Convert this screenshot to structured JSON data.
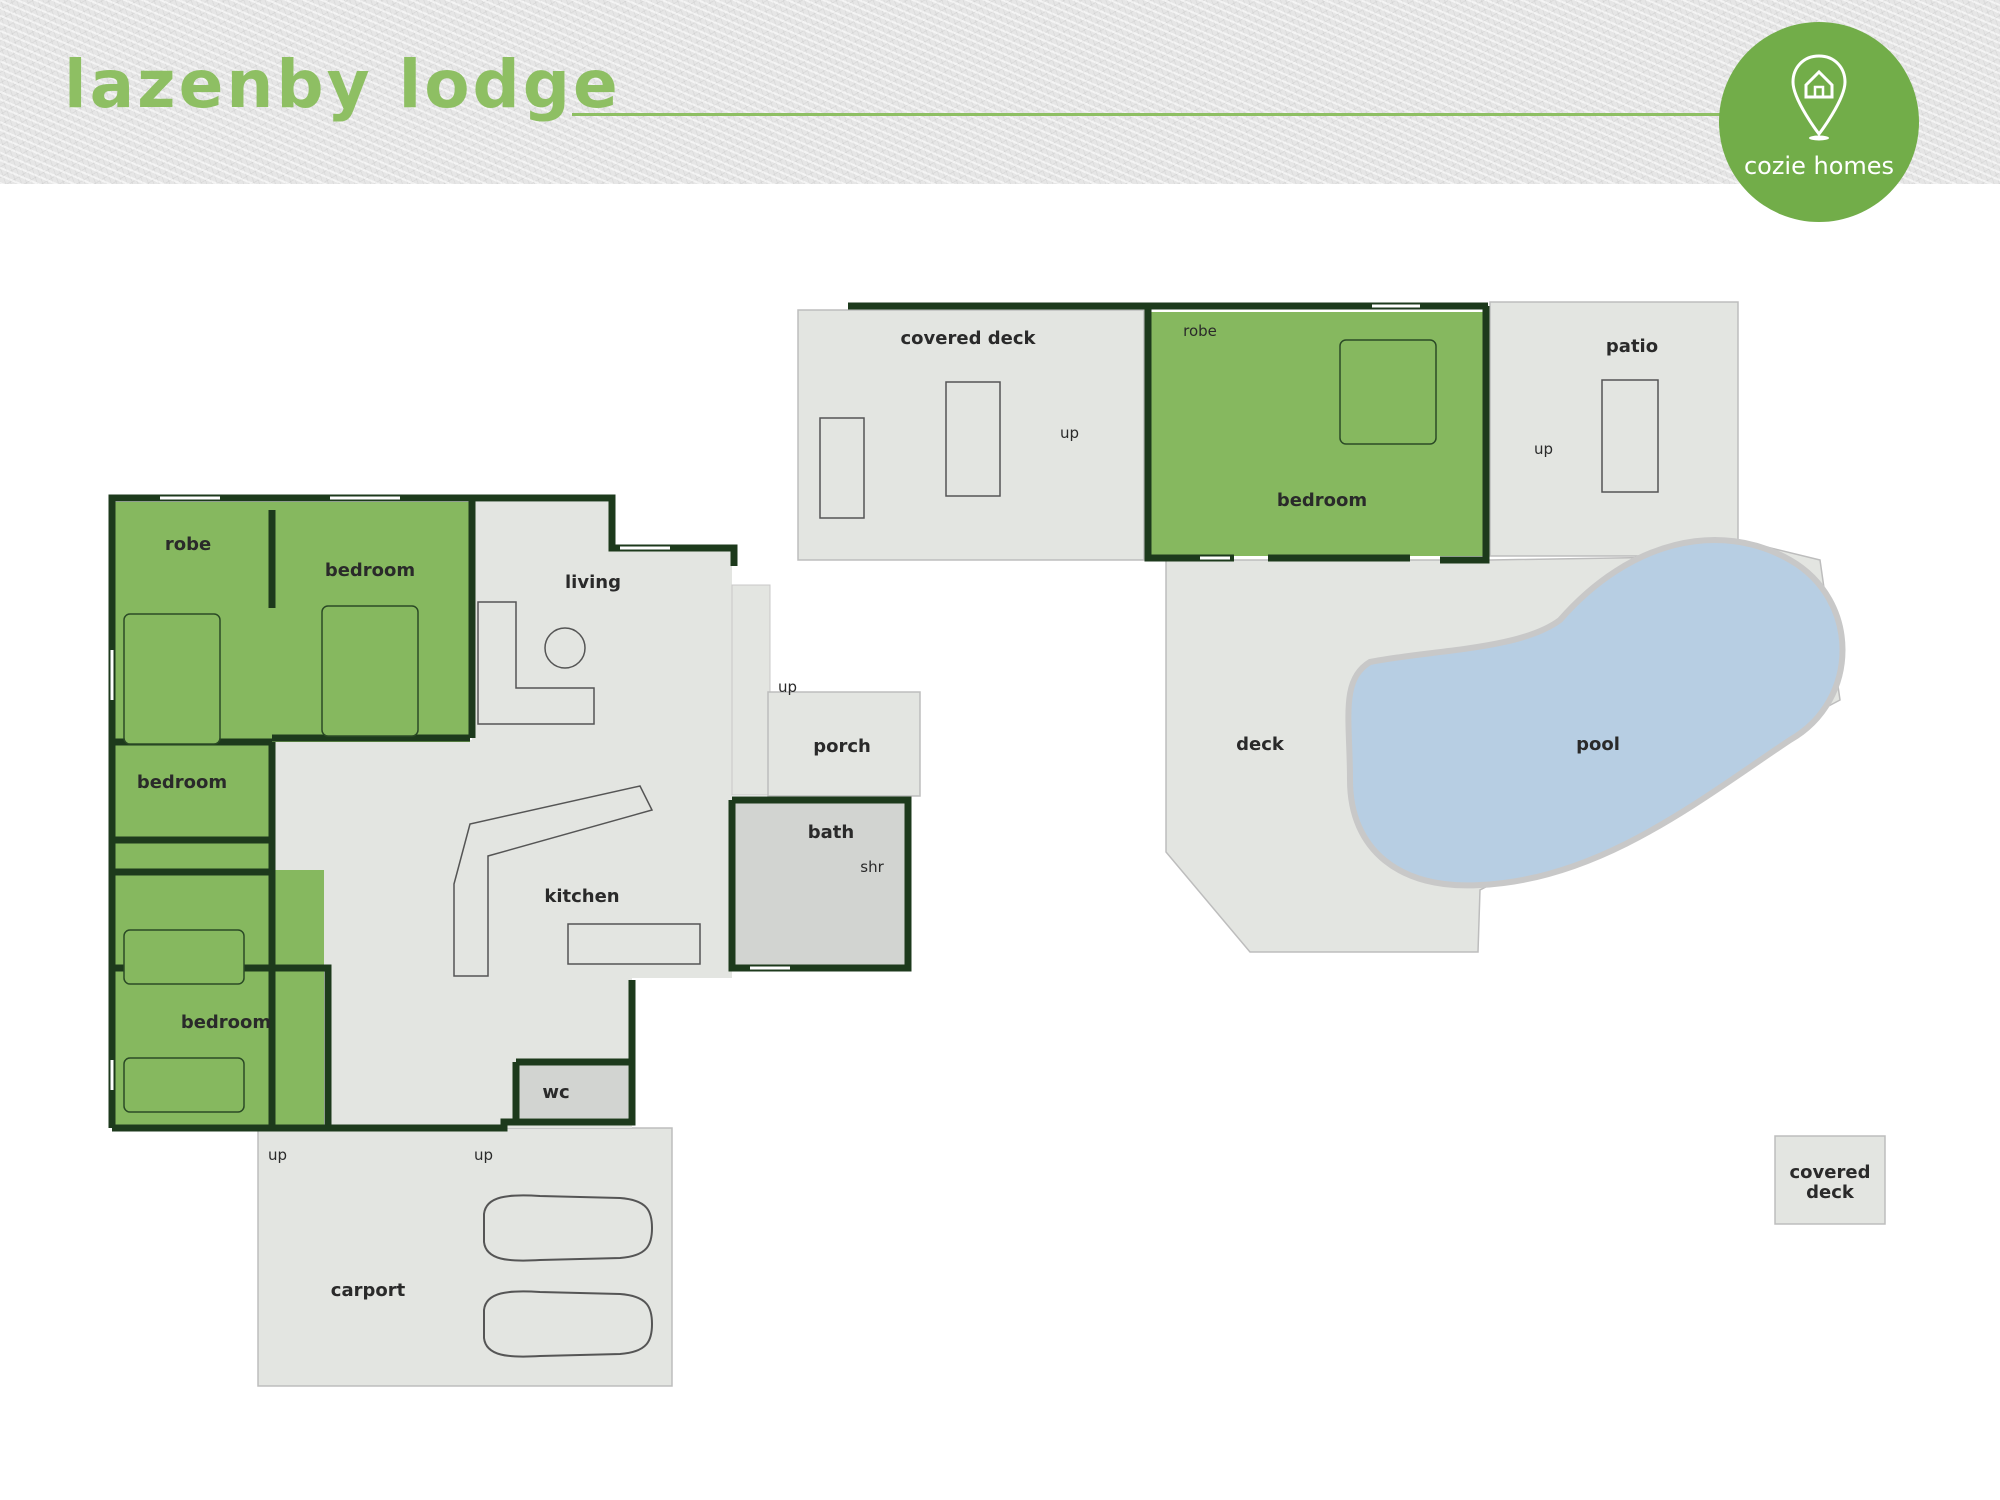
{
  "header": {
    "title": "lazenby lodge"
  },
  "logo": {
    "brand": "cozie homes",
    "icon": "home-pin-icon"
  },
  "colors": {
    "accent": "#8ebf63",
    "room_green": "#86b85f",
    "floor": "#e3e5e1",
    "wall": "#1d3a1c",
    "pool": "#b7cee3"
  },
  "rooms": {
    "robe_main": "robe",
    "bedroom_top": "bedroom",
    "living": "living",
    "bedroom_left": "bedroom",
    "porch": "porch",
    "bath": "bath",
    "shower": "shr",
    "kitchen": "kitchen",
    "bedroom_bottom": "bedroom",
    "wc": "wc",
    "carport": "carport",
    "covered_deck_top": "covered deck",
    "robe_studio": "robe",
    "bedroom_studio": "bedroom",
    "patio": "patio",
    "deck": "deck",
    "pool": "pool",
    "covered_deck_small_1": "covered",
    "covered_deck_small_2": "deck"
  },
  "stairs": {
    "porch_up": "up",
    "carport_up_left": "up",
    "carport_up_right": "up",
    "covered_deck_up": "up",
    "patio_up": "up"
  }
}
